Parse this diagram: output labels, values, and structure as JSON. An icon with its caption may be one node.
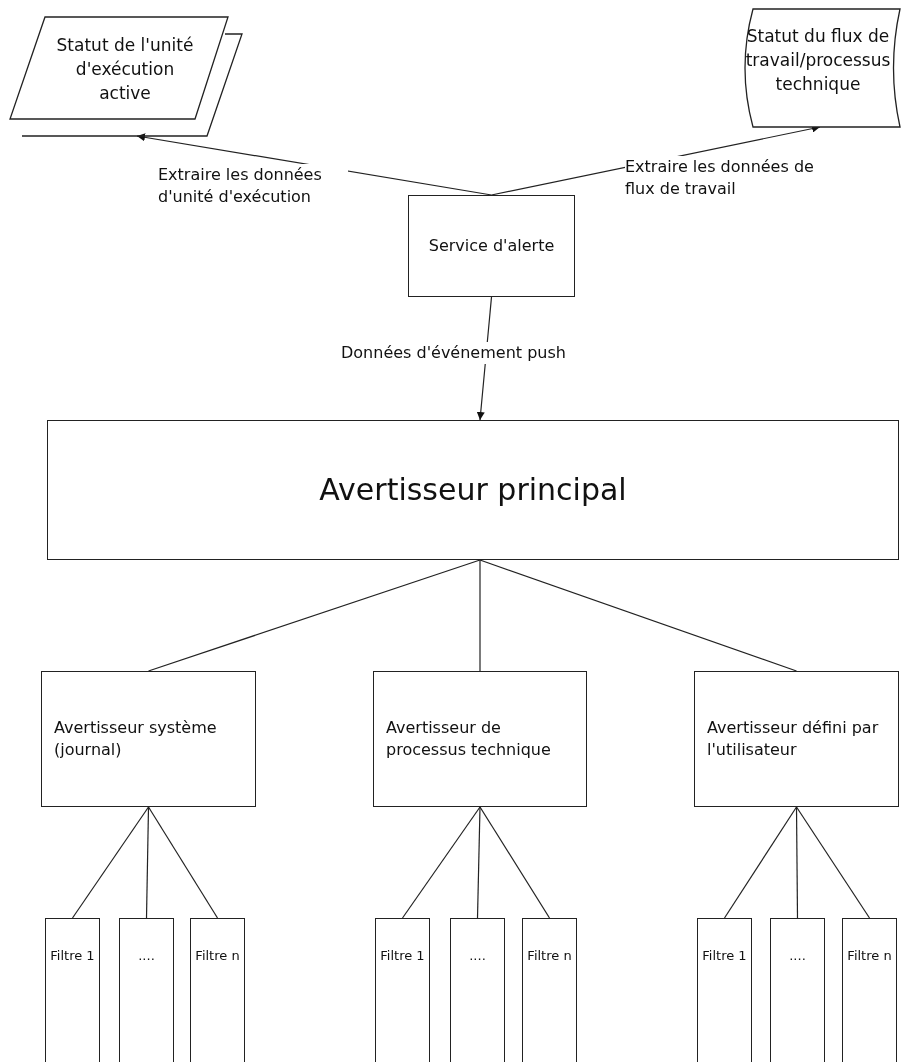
{
  "diagram": {
    "nodes": [
      {
        "text": [
          "Statut de l'unité d'exécution active"
        ]
      },
      {
        "text": [
          "Statut du flux de travail/processus technique"
        ]
      },
      {
        "text": [
          "Service d'alerte"
        ]
      },
      {
        "text": [
          "Avertisseur principal"
        ]
      },
      {
        "text": [
          "Avertisseur système (journal)"
        ]
      },
      {
        "text": [
          "Avertisseur de processus technique"
        ]
      },
      {
        "text": [
          "Avertisseur défini par l'utilisateur"
        ]
      },
      {
        "text": [
          "Filtre 1"
        ]
      },
      {
        "text": [
          "...."
        ]
      },
      {
        "text": [
          "Filtre n"
        ]
      },
      {
        "text": [
          "Filtre 1"
        ]
      },
      {
        "text": [
          "...."
        ]
      },
      {
        "text": [
          "Filtre n"
        ]
      },
      {
        "text": [
          "Filtre 1"
        ]
      },
      {
        "text": [
          "...."
        ]
      },
      {
        "text": [
          "Filtre n"
        ]
      }
    ],
    "edges": [
      {
        "from": 2,
        "to": 0,
        "arrow": "to",
        "label": "Extraire les données d'unité d'exécution"
      },
      {
        "from": 2,
        "to": 1,
        "arrow": "to",
        "label": "Extraire les données de flux de travail"
      },
      {
        "from": 2,
        "to": 3,
        "arrow": "to",
        "label": "Données d'événement push"
      },
      {
        "from": 3,
        "to": 4,
        "arrow": "none"
      },
      {
        "from": 3,
        "to": 5,
        "arrow": "none"
      },
      {
        "from": 3,
        "to": 6,
        "arrow": "none"
      },
      {
        "from": 4,
        "to": 7,
        "arrow": "none"
      },
      {
        "from": 4,
        "to": 8,
        "arrow": "none"
      },
      {
        "from": 4,
        "to": 9,
        "arrow": "none"
      },
      {
        "from": 5,
        "to": 10,
        "arrow": "none"
      },
      {
        "from": 5,
        "to": 11,
        "arrow": "none"
      },
      {
        "from": 5,
        "to": 12,
        "arrow": "none"
      },
      {
        "from": 6,
        "to": 13,
        "arrow": "none"
      },
      {
        "from": 6,
        "to": 14,
        "arrow": "none"
      },
      {
        "from": 6,
        "to": 15,
        "arrow": "none"
      }
    ]
  }
}
